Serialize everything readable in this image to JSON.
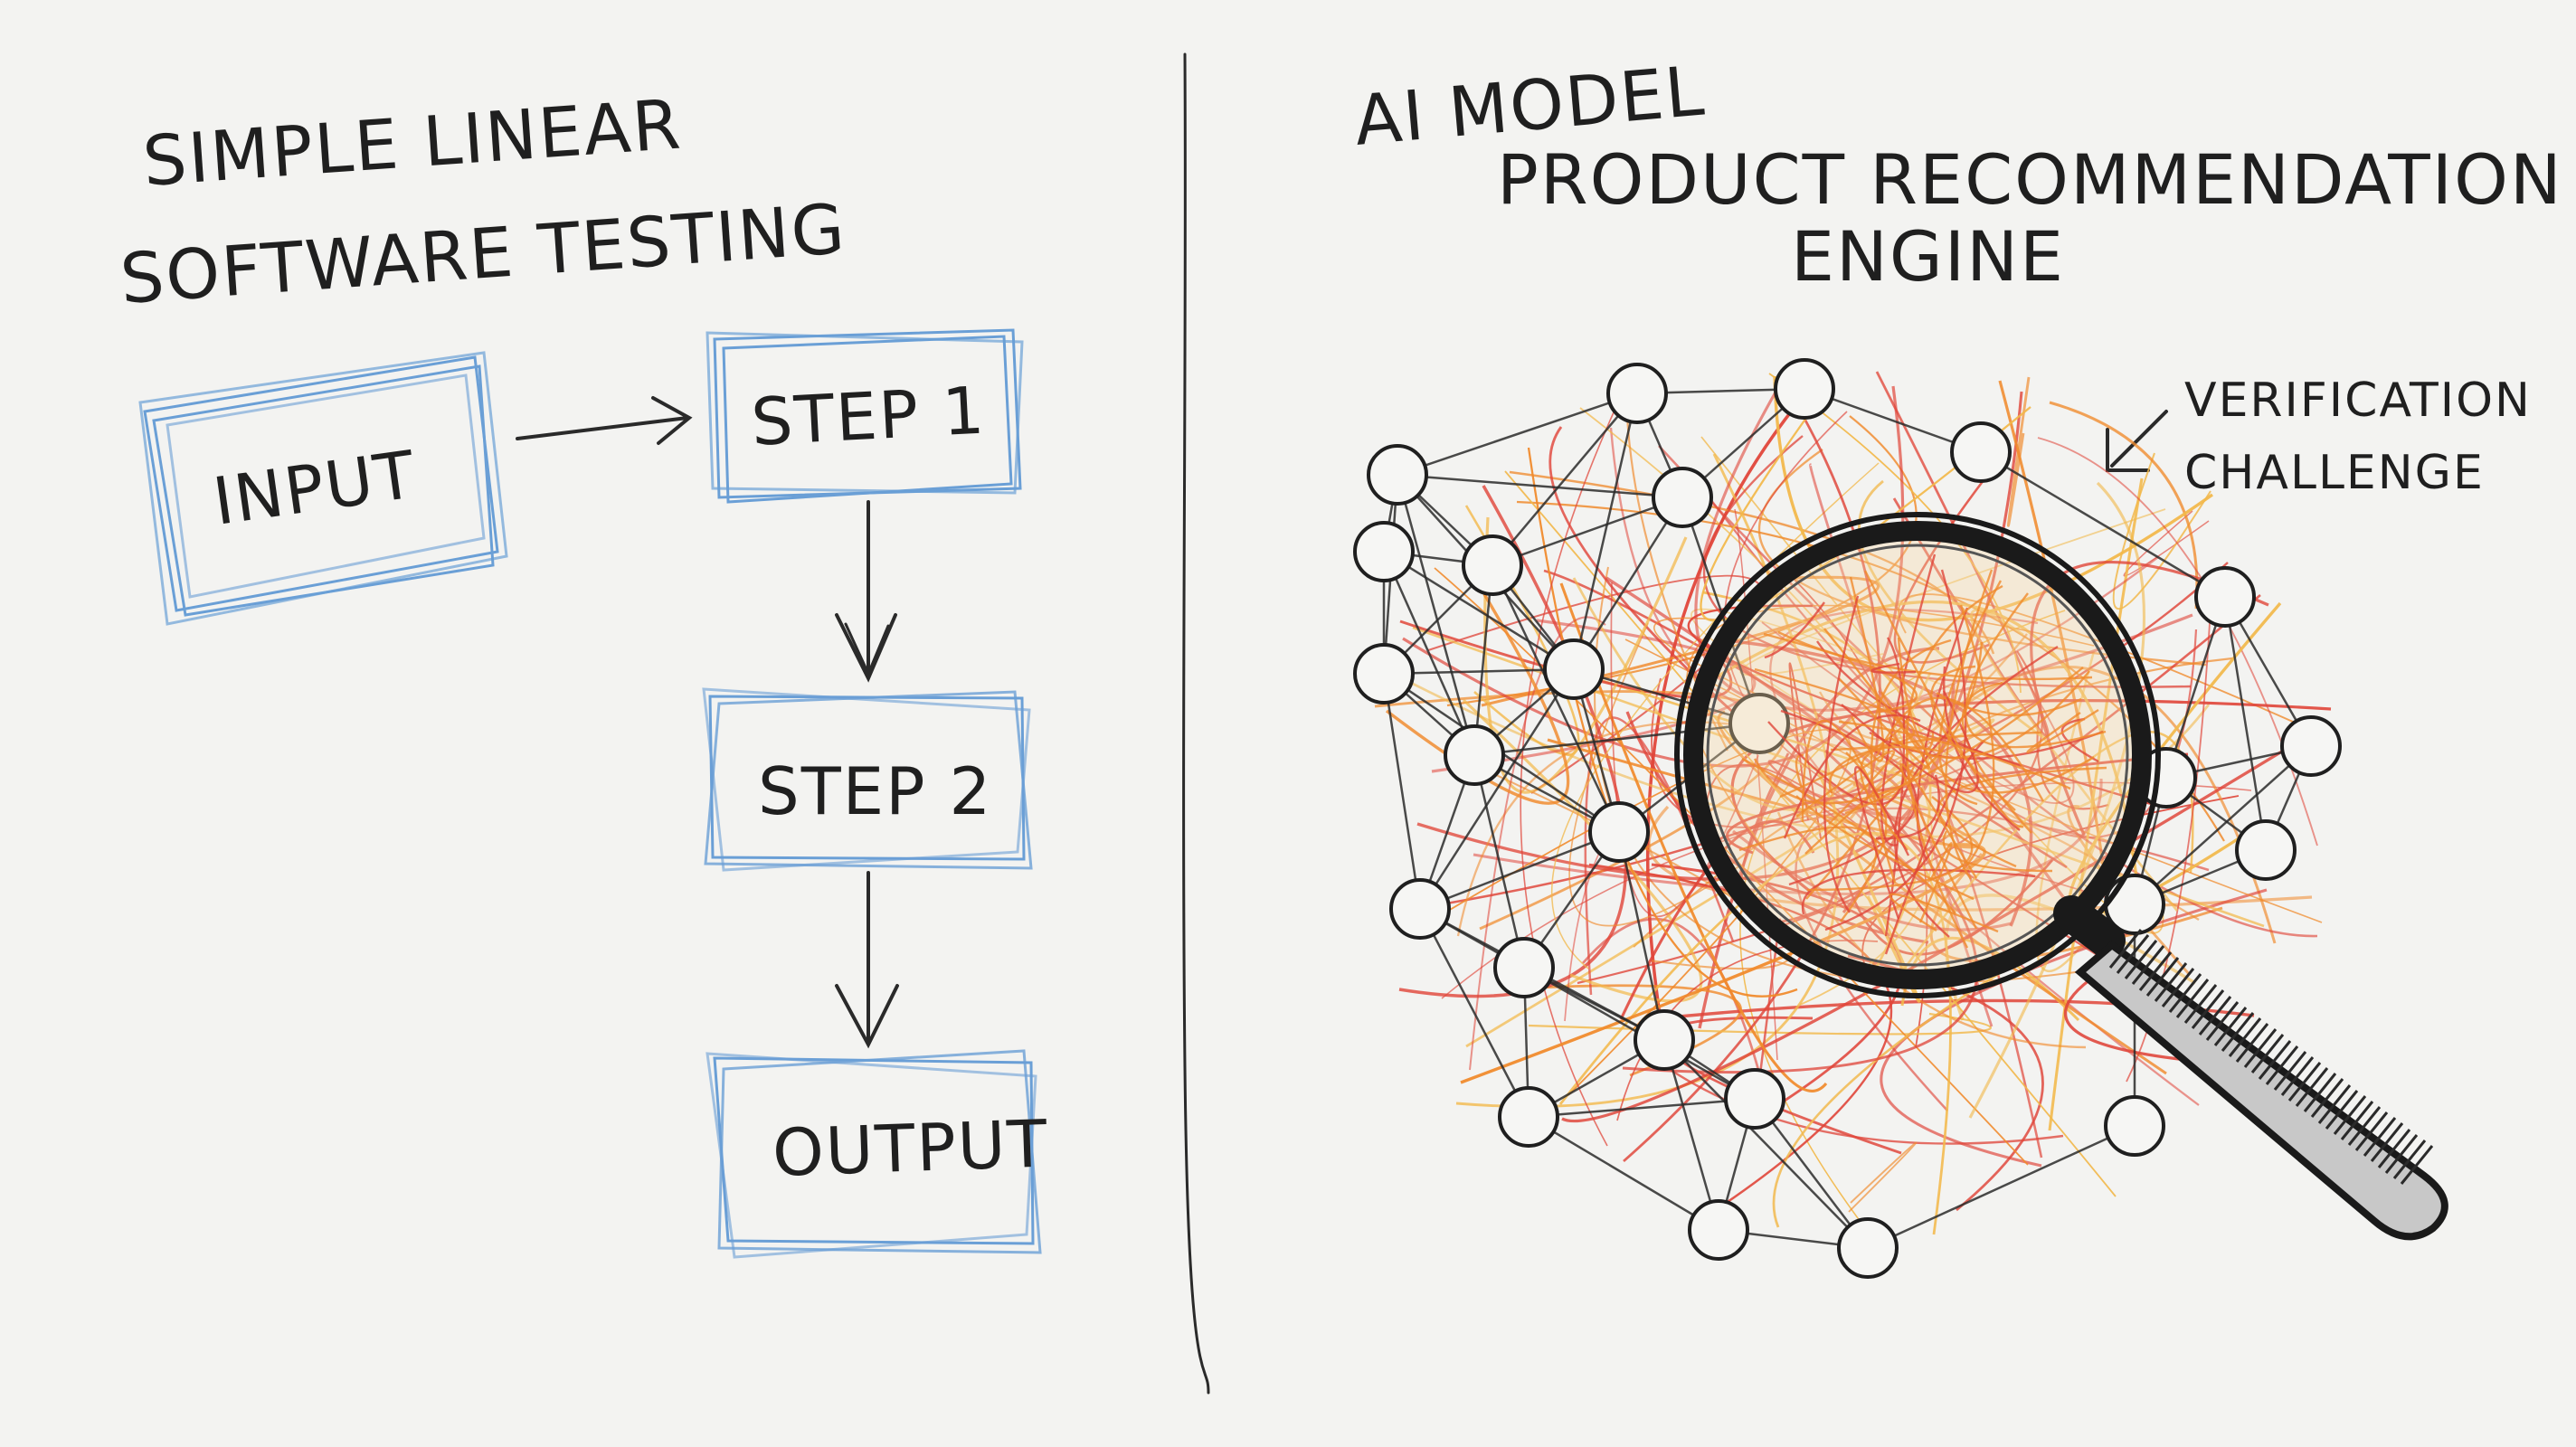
{
  "left_panel": {
    "title_line1": "SIMPLE LINEAR",
    "title_line2": "SOFTWARE TESTING",
    "boxes": {
      "input": "INPUT",
      "step1": "STEP 1",
      "step2": "STEP 2",
      "output": "OUTPUT"
    }
  },
  "right_panel": {
    "title_line1": "AI MODEL",
    "title_line2": "PRODUCT RECOMMENDATION",
    "title_line3": "ENGINE",
    "annotation_line1": "VERIFICATION",
    "annotation_line2": "CHALLENGE"
  },
  "colors": {
    "paper": "#f3f3f1",
    "box_sketch": "#6a9fd6",
    "ink": "#2a2a2a",
    "tangle_red": "#e0463a",
    "tangle_orange": "#f08a2c",
    "tangle_yellow": "#f2b84a"
  },
  "icons": [
    "magnifying-glass-icon",
    "arrow-right-icon",
    "arrow-down-icon"
  ]
}
